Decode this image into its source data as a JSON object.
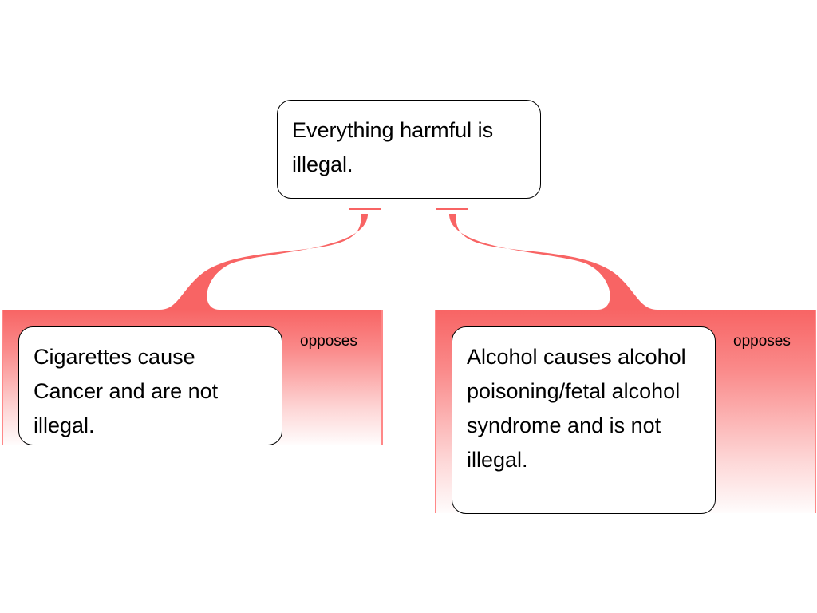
{
  "root": {
    "text": "Everything harmful is illegal."
  },
  "objections": [
    {
      "text": "Cigarettes cause Cancer and are not illegal.",
      "relation": "opposes"
    },
    {
      "text": "Alcohol causes alcohol poisoning/fetal alcohol syndrome and is not illegal.",
      "relation": "opposes"
    }
  ],
  "colors": {
    "objection": "#f86464"
  }
}
